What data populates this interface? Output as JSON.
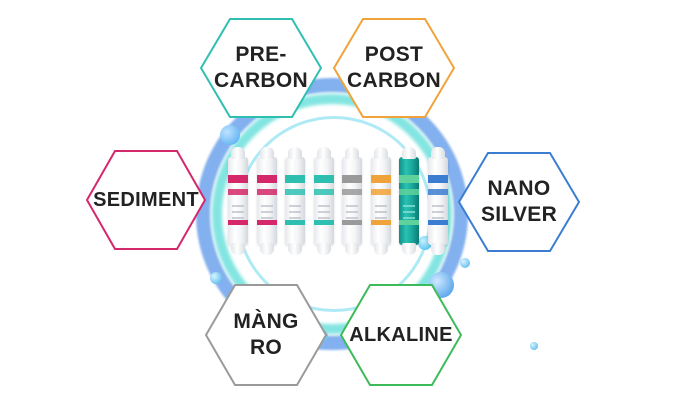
{
  "hexagons": [
    {
      "id": "pre-carbon",
      "lines": [
        "PRE-",
        "CARBON"
      ],
      "color": "#2fbfb1"
    },
    {
      "id": "post-carbon",
      "lines": [
        "POST",
        "CARBON"
      ],
      "color": "#f0a33a"
    },
    {
      "id": "sediment",
      "lines": [
        "SEDIMENT"
      ],
      "color": "#d4286a"
    },
    {
      "id": "nano-silver",
      "lines": [
        "NANO",
        "SILVER"
      ],
      "color": "#3b7ed1"
    },
    {
      "id": "mang-ro",
      "lines": [
        "MÀNG",
        "RO"
      ],
      "color": "#9a9a9a"
    },
    {
      "id": "alkaline",
      "lines": [
        "ALKALINE"
      ],
      "color": "#3dbb5a"
    }
  ],
  "cartridges": [
    {
      "id": "cartridge-1",
      "accent": "#d4286a",
      "style": "white"
    },
    {
      "id": "cartridge-2",
      "accent": "#d4286a",
      "style": "white"
    },
    {
      "id": "cartridge-3",
      "accent": "#2fbfb1",
      "style": "white"
    },
    {
      "id": "cartridge-4",
      "accent": "#2fbfb1",
      "style": "white"
    },
    {
      "id": "cartridge-5",
      "accent": "#9a9a9a",
      "style": "white"
    },
    {
      "id": "cartridge-6",
      "accent": "#f0a33a",
      "style": "white"
    },
    {
      "id": "cartridge-7",
      "accent": "#5fd19a",
      "style": "green"
    },
    {
      "id": "cartridge-8",
      "accent": "#3b7ed1",
      "style": "white"
    }
  ],
  "colors": {
    "ring_blue": "#1e6fe0",
    "ring_cyan": "#1ed0c8",
    "bubble": "#4aa8f0"
  }
}
